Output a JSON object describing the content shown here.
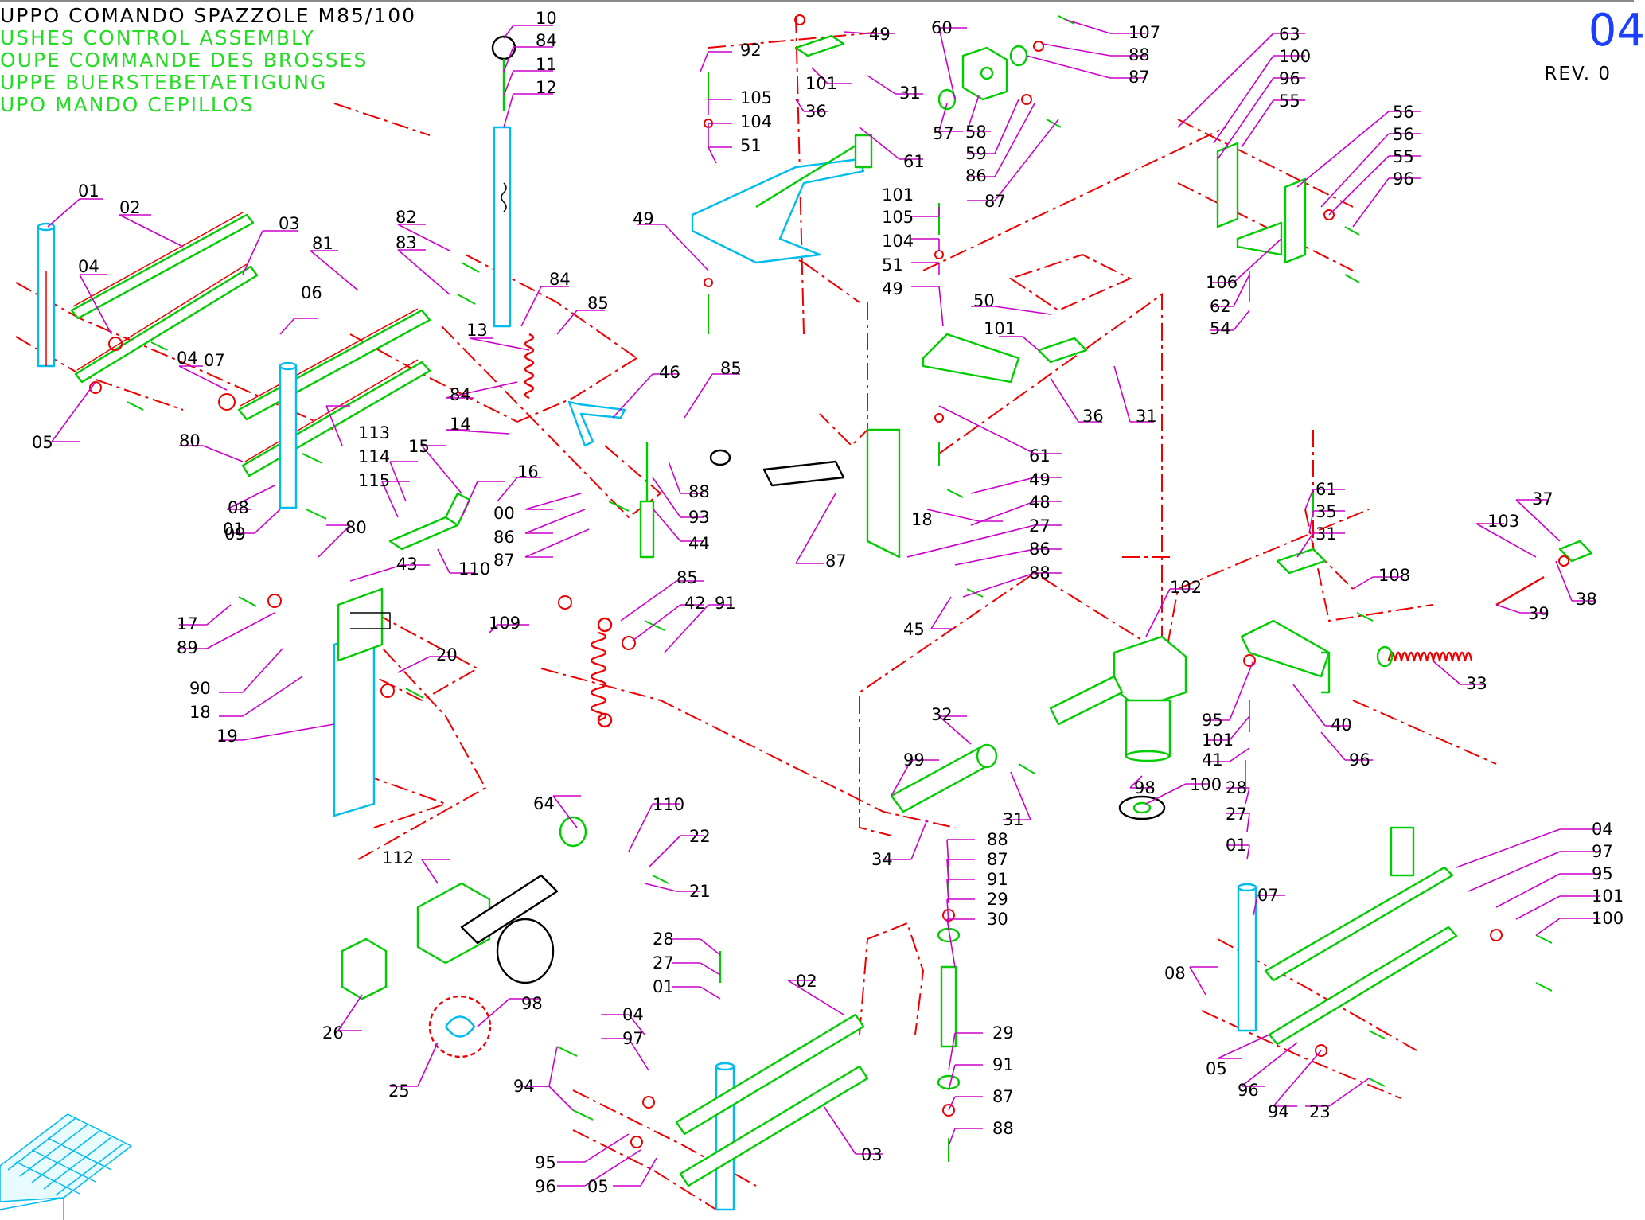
{
  "titles": [
    {
      "text": "UPPO COMANDO SPAZZOLE M85/100",
      "color": "#000000"
    },
    {
      "text": "USHES CONTROL ASSEMBLY",
      "color": "#22dd22"
    },
    {
      "text": "OUPE COMMANDE DES BROSSES",
      "color": "#22dd22"
    },
    {
      "text": "UPPE BUERSTEBETAETIGUNG",
      "color": "#22dd22"
    },
    {
      "text": "UPO MANDO CEPILLOS",
      "color": "#22dd22"
    }
  ],
  "page_number": "04",
  "revision": "REV. 0",
  "colors": {
    "leader": "#cc00cc",
    "axis": "#ee0000",
    "part_a": "#00cc00",
    "part_b": "#00bbee",
    "label": "#000000"
  },
  "callouts": [
    "10",
    "84",
    "11",
    "12",
    "01",
    "02",
    "03",
    "04",
    "81",
    "06",
    "82",
    "83",
    "84",
    "85",
    "13",
    "46",
    "85",
    "84",
    "14",
    "04",
    "07",
    "05",
    "80",
    "08",
    "09",
    "01",
    "80",
    "113",
    "114",
    "115",
    "15",
    "16",
    "110",
    "00",
    "86",
    "87",
    "88",
    "93",
    "44",
    "43",
    "17",
    "89",
    "90",
    "18",
    "19",
    "20",
    "109",
    "85",
    "42",
    "91",
    "92",
    "105",
    "104",
    "51",
    "49",
    "49",
    "101",
    "36",
    "31",
    "61",
    "60",
    "57",
    "58",
    "59",
    "86",
    "87",
    "107",
    "88",
    "87",
    "63",
    "100",
    "96",
    "55",
    "56",
    "56",
    "55",
    "96",
    "106",
    "62",
    "54",
    "101",
    "105",
    "104",
    "51",
    "49",
    "50",
    "101",
    "36",
    "31",
    "61",
    "49",
    "48",
    "27",
    "86",
    "88",
    "18",
    "45",
    "87",
    "61",
    "35",
    "31",
    "37",
    "103",
    "38",
    "108",
    "39",
    "33",
    "40",
    "96",
    "95",
    "101",
    "41",
    "102",
    "100",
    "32",
    "99",
    "31",
    "34",
    "98",
    "28",
    "27",
    "01",
    "07",
    "04",
    "97",
    "95",
    "101",
    "100",
    "08",
    "05",
    "96",
    "94",
    "23",
    "64",
    "110",
    "22",
    "112",
    "21",
    "26",
    "25",
    "98",
    "28",
    "27",
    "01",
    "04",
    "97",
    "94",
    "95",
    "96",
    "05",
    "02",
    "03",
    "88",
    "87",
    "91",
    "29",
    "30",
    "29",
    "91",
    "87",
    "88"
  ],
  "icons": [
    "grid-platform-icon",
    "actuator-icon",
    "spring-icon",
    "lever-icon",
    "bracket-icon",
    "pin-icon",
    "washer-icon",
    "screw-icon"
  ]
}
